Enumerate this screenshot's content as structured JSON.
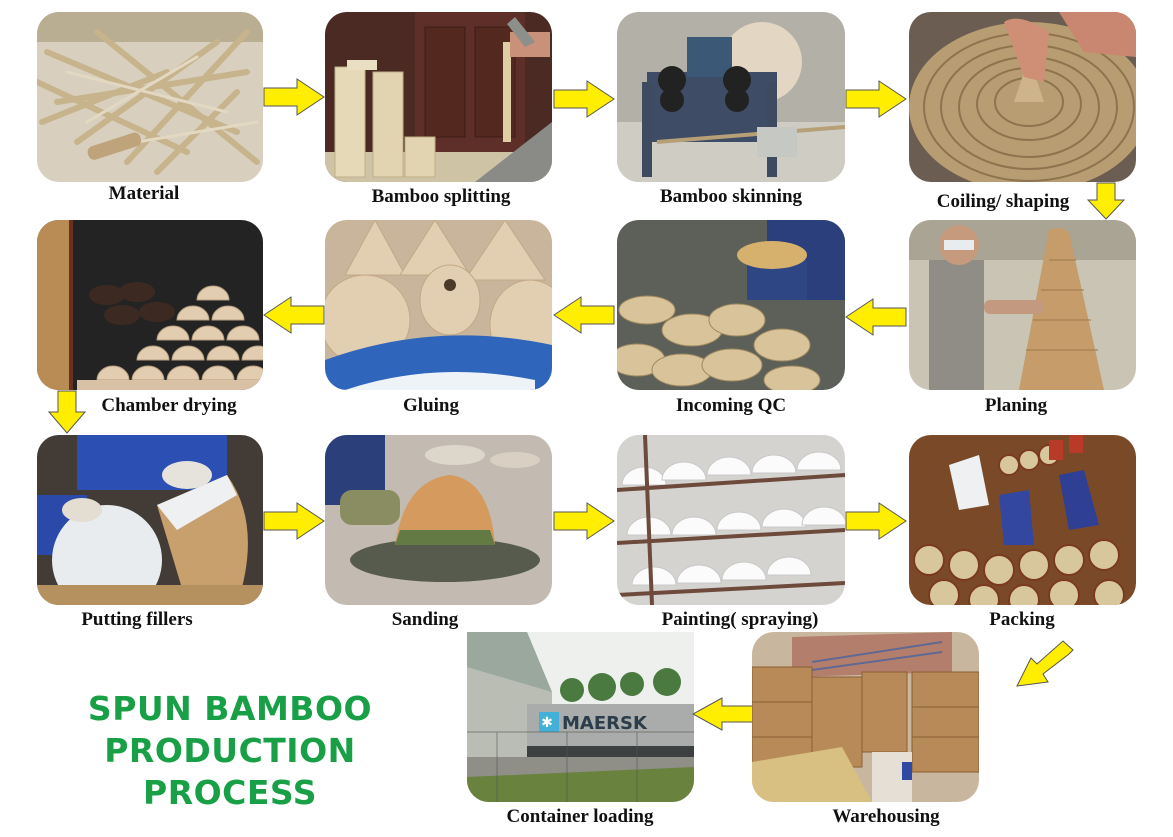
{
  "title": {
    "line1": "SPUN BAMBOO",
    "line2": "PRODUCTION PROCESS",
    "color": "#19a047"
  },
  "arrow_color": "#ffee00",
  "steps": [
    {
      "id": 1,
      "label": "Material"
    },
    {
      "id": 2,
      "label": "Bamboo splitting"
    },
    {
      "id": 3,
      "label": "Bamboo skinning"
    },
    {
      "id": 4,
      "label": "Coiling/ shaping"
    },
    {
      "id": 5,
      "label": "Planing"
    },
    {
      "id": 6,
      "label": "Incoming QC"
    },
    {
      "id": 7,
      "label": "Gluing"
    },
    {
      "id": 8,
      "label": "Chamber drying"
    },
    {
      "id": 9,
      "label": "Putting fillers"
    },
    {
      "id": 10,
      "label": "Sanding"
    },
    {
      "id": 11,
      "label": "Painting( spraying)"
    },
    {
      "id": 12,
      "label": "Packing"
    },
    {
      "id": 13,
      "label": "Warehousing"
    },
    {
      "id": 14,
      "label": "Container loading"
    }
  ],
  "photos": {
    "container_brand_text": "MAERSK"
  }
}
